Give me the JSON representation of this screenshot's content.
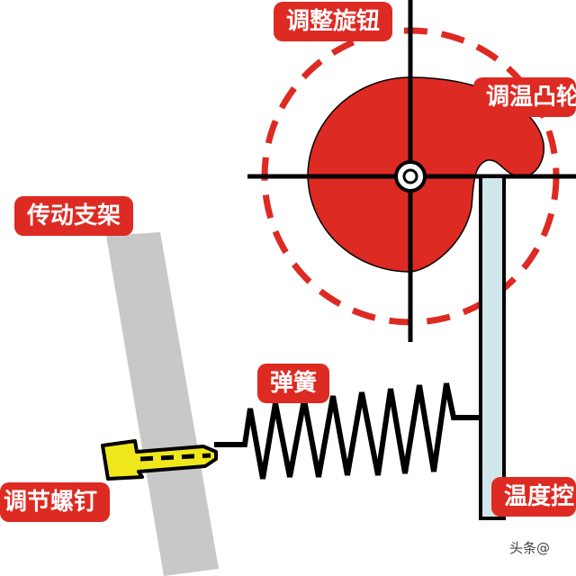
{
  "labels": {
    "adjust_knob": "调整旋钮",
    "temp_cam": "调温凸轮",
    "drive_bracket": "传动支架",
    "spring": "弹簧",
    "adjust_screw": "调节螺钉",
    "temp_control": "温度控"
  },
  "watermark": "头条@",
  "colors": {
    "label_bg": "#dd2a22",
    "cam_fill": "#dd2a22",
    "dashed_circle": "#dd2a22",
    "bracket_fill": "#c8c8c8",
    "screw_fill": "#f0e61c",
    "rod_fill": "#cfe6ea"
  }
}
